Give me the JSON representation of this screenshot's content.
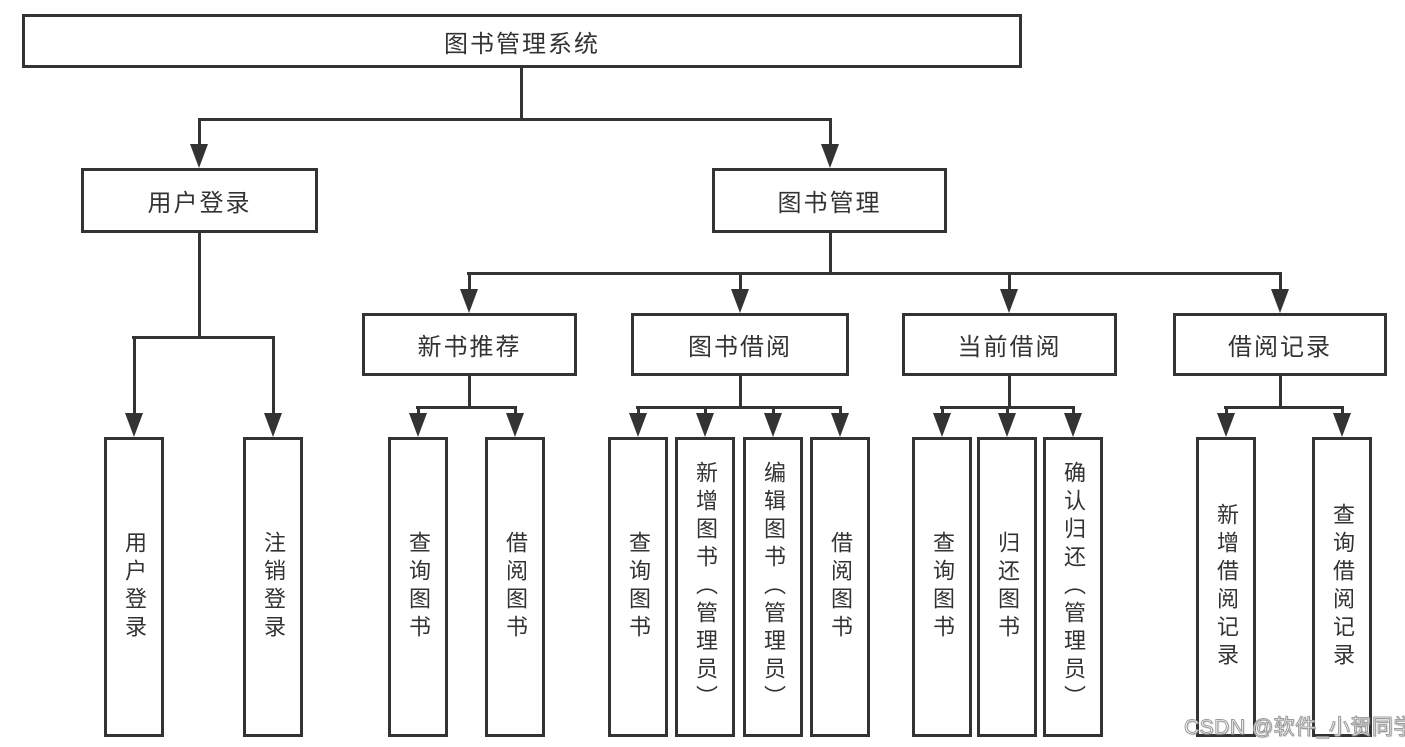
{
  "diagram": {
    "title_node": "图书管理系统",
    "root": {
      "label": "图书管理系统"
    },
    "branches": [
      {
        "label": "用户登录",
        "children": [
          {
            "label": "用户登录"
          },
          {
            "label": "注销登录"
          }
        ]
      },
      {
        "label": "图书管理",
        "children": [
          {
            "label": "新书推荐",
            "children": [
              {
                "label": "查询图书"
              },
              {
                "label": "借阅图书"
              }
            ]
          },
          {
            "label": "图书借阅",
            "children": [
              {
                "label": "查询图书"
              },
              {
                "label": "新增图书（管理员）"
              },
              {
                "label": "编辑图书（管理员）"
              },
              {
                "label": "借阅图书"
              }
            ]
          },
          {
            "label": "当前借阅",
            "children": [
              {
                "label": "查询图书"
              },
              {
                "label": "归还图书"
              },
              {
                "label": "确认归还（管理员）"
              }
            ]
          },
          {
            "label": "借阅记录",
            "children": [
              {
                "label": "新增借阅记录"
              },
              {
                "label": "查询借阅记录"
              }
            ]
          }
        ]
      }
    ],
    "watermark": {
      "text": "CSDN @软件_小贺同学"
    },
    "colors": {
      "line": "#333333",
      "box_background": "#ffffff",
      "text": "#333333",
      "watermark_fill": "#ffffff",
      "watermark_outline": "#9b9b9b"
    }
  }
}
